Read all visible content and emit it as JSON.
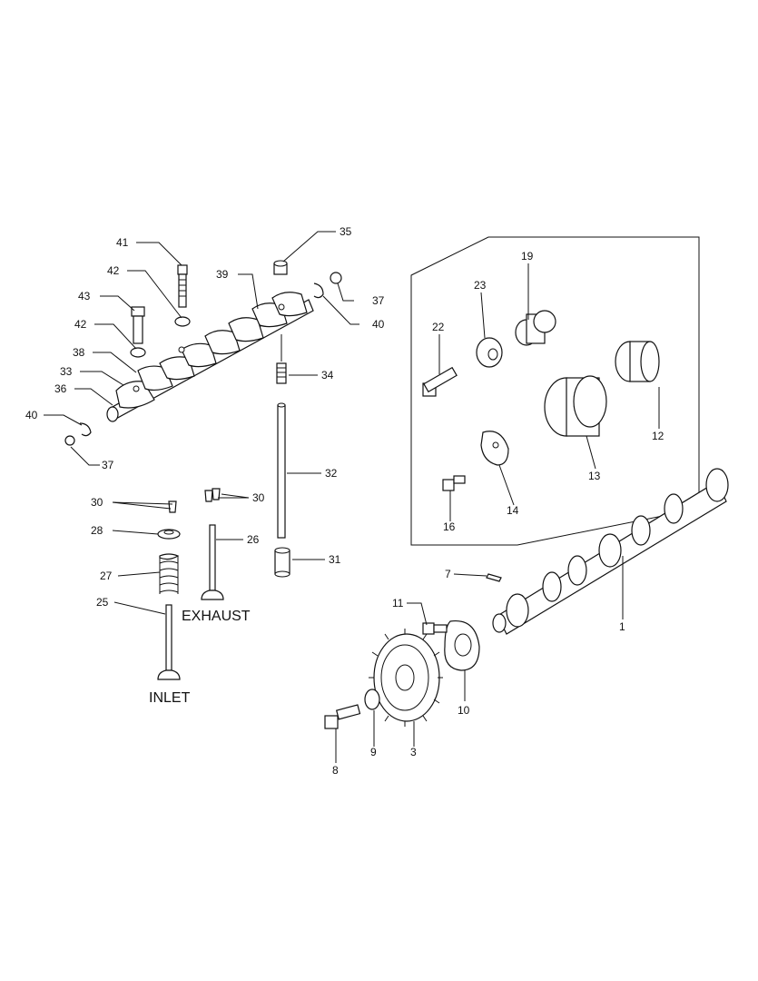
{
  "labels": {
    "p1": "1",
    "p3": "3",
    "p7": "7",
    "p8": "8",
    "p9": "9",
    "p10": "10",
    "p11": "11",
    "p12": "12",
    "p13": "13",
    "p14": "14",
    "p16": "16",
    "p19": "19",
    "p22": "22",
    "p23": "23",
    "p25": "25",
    "p26": "26",
    "p27": "27",
    "p28": "28",
    "p30a": "30",
    "p30b": "30",
    "p31": "31",
    "p32": "32",
    "p33": "33",
    "p34": "34",
    "p35": "35",
    "p36": "36",
    "p37a": "37",
    "p37b": "37",
    "p38": "38",
    "p39": "39",
    "p40a": "40",
    "p40b": "40",
    "p41": "41",
    "p42a": "42",
    "p42b": "42",
    "p43": "43"
  },
  "captions": {
    "exhaust": "EXHAUST",
    "inlet": "INLET"
  }
}
